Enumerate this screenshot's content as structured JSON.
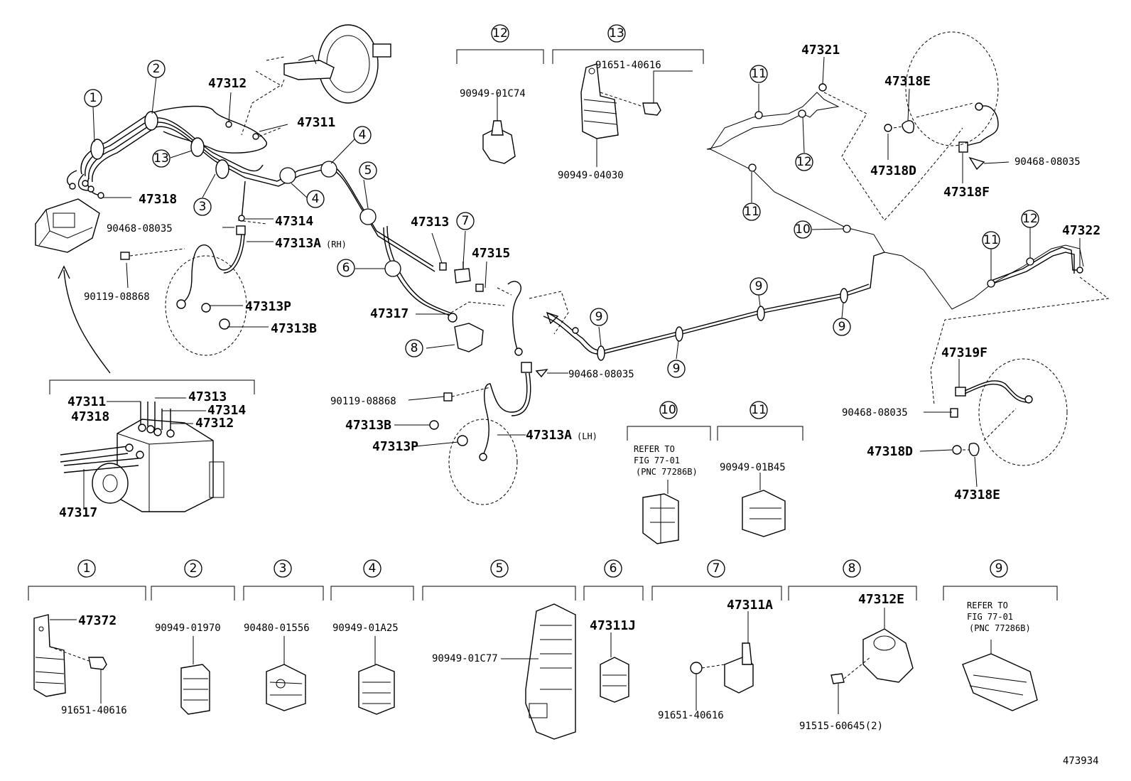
{
  "diagram_id": "473934",
  "callouts": {
    "c1": "1",
    "c2": "2",
    "c3": "3",
    "c4": "4",
    "c5": "5",
    "c6": "6",
    "c7": "7",
    "c8": "8",
    "c9": "9",
    "c10": "10",
    "c11": "11",
    "c12": "12",
    "c13": "13"
  },
  "parts": {
    "p47312": "47312",
    "p47311": "47311",
    "p47318": "47318",
    "p47314": "47314",
    "p90468_08035": "90468-08035",
    "p47313A_rh": "47313A",
    "rh": "(RH)",
    "p90119_08868": "90119-08868",
    "p47313P": "47313P",
    "p47313B": "47313B",
    "p47313": "47313",
    "p47315": "47315",
    "p47317": "47317",
    "p90949_01C74": "90949-01C74",
    "p91651_40616": "91651-40616",
    "p90949_04030": "90949-04030",
    "p47321": "47321",
    "p47318E": "47318E",
    "p47318D": "47318D",
    "p47318F": "47318F",
    "p47322": "47322",
    "p47319F": "47319F",
    "p47313A_lh": "47313A",
    "lh": "(LH)",
    "p47372": "47372",
    "p90949_01970": "90949-01970",
    "p90480_01556": "90480-01556",
    "p90949_01A25": "90949-01A25",
    "p90949_01C77": "90949-01C77",
    "p47311J": "47311J",
    "p47311A": "47311A",
    "p47312E": "47312E",
    "p91515_60645": "91515-60645(2)",
    "p90949_01B45": "90949-01B45"
  },
  "refer": {
    "line1": "REFER TO",
    "line2": "FIG 77-01",
    "line3": "(PNC 77286B)"
  }
}
